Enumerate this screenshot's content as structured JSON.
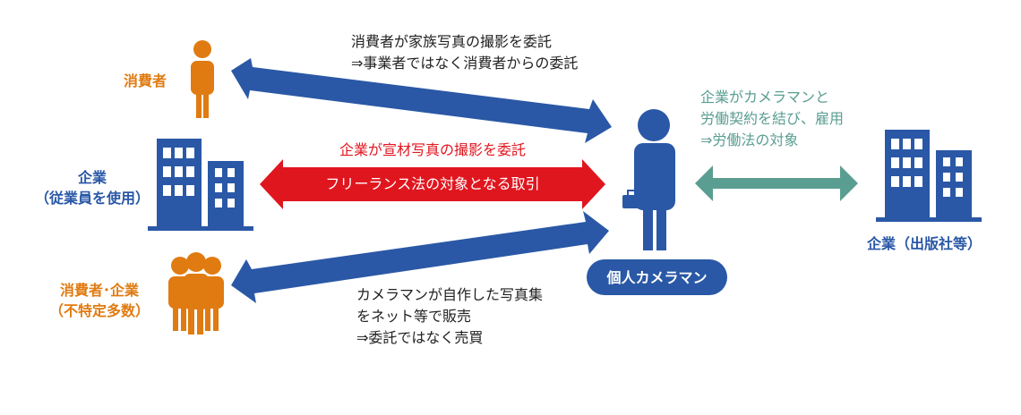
{
  "labels": {
    "consumer": "消費者",
    "company_employer_line1": "企業",
    "company_employer_line2": "（従業員を使用）",
    "consumer_company_line1": "消費者･企業",
    "consumer_company_line2": "（不特定多数）",
    "publisher": "企業（出版社等）",
    "photographer": "個人カメラマン"
  },
  "relations": {
    "family_photo_line1": "消費者が家族写真の撮影を委託",
    "family_photo_line2": "⇒事業者ではなく消費者からの委託",
    "ad_photo_line1": "企業が宣材写真の撮影を委託",
    "ad_photo_line2": "フリーランス法の対象となる取引",
    "employment_line1": "企業がカメラマンと",
    "employment_line2": "労働契約を結び、雇用",
    "employment_line3": "⇒労働法の対象",
    "sale_line1": "カメラマンが自作した写真集",
    "sale_line2": "をネット等で販売",
    "sale_line3": "⇒委託ではなく売買"
  },
  "colors": {
    "blue": "#2a58a6",
    "orange": "#e07b12",
    "red": "#e0161f",
    "teal": "#5a9e91",
    "white": "#ffffff",
    "text": "#222222"
  }
}
